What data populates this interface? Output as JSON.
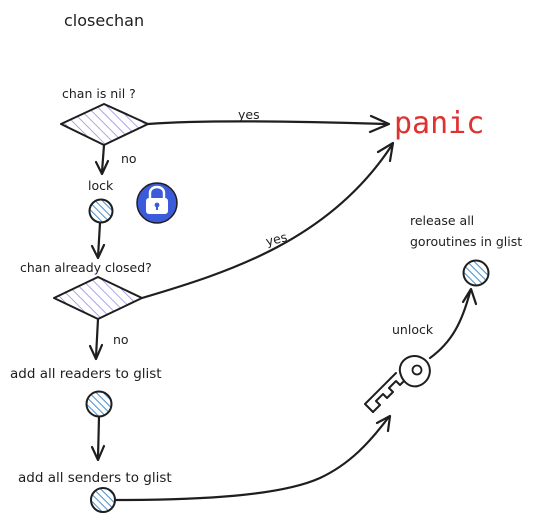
{
  "title": "closechan",
  "nodes": {
    "chan_nil": {
      "label": "chan is nil ?"
    },
    "lock": {
      "label": "lock"
    },
    "already_closed": {
      "label": "chan already closed?"
    },
    "add_readers": {
      "label": "add all readers to glist"
    },
    "add_senders": {
      "label": "add all senders to glist"
    },
    "unlock": {
      "label": "unlock"
    },
    "release": {
      "label_line1": "release all",
      "label_line2": "goroutines in glist"
    },
    "panic": {
      "label": "panic"
    }
  },
  "edges": {
    "nil_yes": "yes",
    "nil_no": "no",
    "closed_yes": "yes",
    "closed_no": "no"
  },
  "icons": {
    "lock_badge": "padlock-icon",
    "key": "key-icon"
  },
  "colors": {
    "ink": "#1e1e1e",
    "hatch": "#6c63ff",
    "circle_hatch": "#1971c2",
    "panic": "#e03131",
    "lock_badge": "#3b5bdb"
  }
}
